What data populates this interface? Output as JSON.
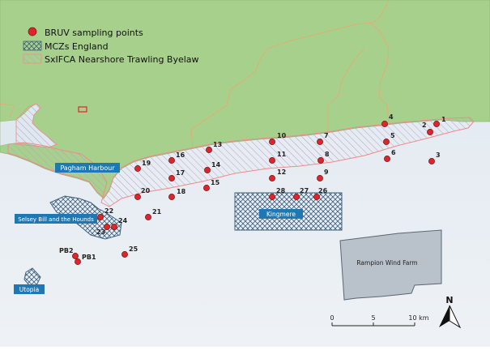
{
  "legend": {
    "items": [
      {
        "label": "BRUV sampling points",
        "symbol": "red-dot-icon"
      },
      {
        "label": "MCZs England",
        "symbol": "crosshatch-swatch-icon"
      },
      {
        "label": "SxIFCA Nearshore Trawling Byelaw",
        "symbol": "diagonal-hatch-swatch-icon"
      }
    ]
  },
  "place_labels": {
    "pagham_harbour": "Pagham Harbour",
    "selsey_bill": "Selsey Bill and the Hounds",
    "kingmere": "Kingmere",
    "utopia": "Utopia",
    "rampion": "Rampion Wind Farm"
  },
  "sampling_points": [
    {
      "id": "1"
    },
    {
      "id": "2"
    },
    {
      "id": "3"
    },
    {
      "id": "4"
    },
    {
      "id": "5"
    },
    {
      "id": "6"
    },
    {
      "id": "7"
    },
    {
      "id": "8"
    },
    {
      "id": "9"
    },
    {
      "id": "10"
    },
    {
      "id": "11"
    },
    {
      "id": "12"
    },
    {
      "id": "13"
    },
    {
      "id": "14"
    },
    {
      "id": "15"
    },
    {
      "id": "16"
    },
    {
      "id": "17"
    },
    {
      "id": "18"
    },
    {
      "id": "19"
    },
    {
      "id": "20"
    },
    {
      "id": "21"
    },
    {
      "id": "22"
    },
    {
      "id": "23"
    },
    {
      "id": "24"
    },
    {
      "id": "25"
    },
    {
      "id": "26"
    },
    {
      "id": "27"
    },
    {
      "id": "28"
    },
    {
      "id": "PB1"
    },
    {
      "id": "PB2"
    }
  ],
  "scale_bar": {
    "ticks": [
      "0",
      "5",
      "10 km"
    ]
  },
  "north_arrow": {
    "label": "N"
  },
  "colors": {
    "land": "#a8d08d",
    "sea": "#e6ecf2",
    "point_fill": "#e0242b",
    "mcz_fill": "#5b7f9e",
    "byelaw_stroke": "#f08a8a",
    "label_box": "#1f78b4",
    "windfarm_fill": "#b9c2ca"
  }
}
